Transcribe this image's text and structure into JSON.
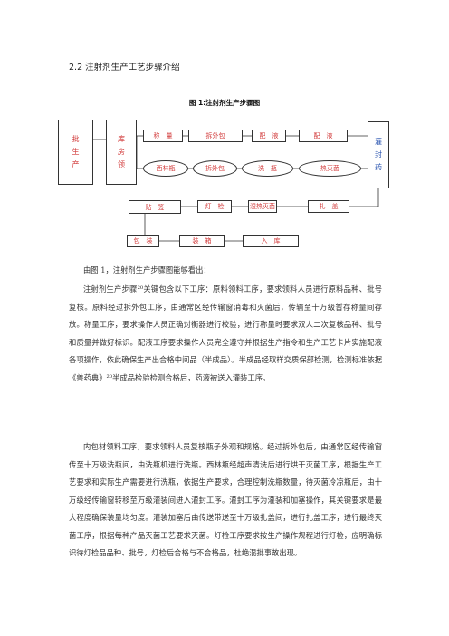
{
  "heading": "2.2 注射剂生产工艺步骤介绍",
  "figure": {
    "caption": "图 1:注射剂生产步骤图",
    "nodes": {
      "piliao": [
        "批",
        "生",
        "产"
      ],
      "kufang": [
        "库",
        "房",
        "领"
      ],
      "chengliang": "称　量",
      "tuowaibao_top": "拆外包",
      "zhiyao": "配　液",
      "peiye": "配　液",
      "guanfeng": [
        "灌",
        "封",
        "药"
      ],
      "xilinping": "西林瓶",
      "chaiwaibao": "拆外包",
      "xiping": "洗　瓶",
      "jiarewenjun": "热灭菌",
      "zhajin": "扎　盖",
      "shirejiemiejun": "湿热灭菌",
      "dengjian": "灯　检",
      "tieqian": "贴　签",
      "baozhuang": "包　装",
      "zhuangxiang": "装　箱",
      "ruku": "入　库"
    }
  },
  "paragraphs": [
    "由图 1，注射剂生产步骤图能够看出：",
    "注射剂生产步骤²⁰关键包含以下工序：原料领料工序，要求领料人员进行原料品种、批号复核。原料经过拆外包工序，由通常区经传输窗消毒和灭菌后，传输至十万级暂存称量间存放。称量工序，要求操作人员正确对衡器进行校验，进行称量时要求双人二次复核品种、批号和质量并做好标识。配液工序要求操作人员完全遵守并根据生产指令和生产工艺卡片实施配液各项操作，依此确保生产出合格中间品（半成品）。半成品经取样交质保部检测，检测标准依据《兽药典》²⁰半成品检验检测合格后，药液被送入灌装工序。",
    "内包材领料工序，要求领料人员复核瓶子外观和规格。经过拆外包后，由通常区经传输窗传至十万级洗瓶间，由洗瓶机进行洗瓶。西林瓶经超声清洗后进行烘干灭菌工序，根据生产工艺要求和实际生产需要进行洗瓶，依据生产要求，合理控制洗瓶数量，待灭菌冷凉瓶后，由十万级经传输窗转移至万级灌装间进入灌封工序。灌封工序为灌装和加塞操作，其关键要求是最大程度确保装量均匀度。灌装加塞后由传送带送至十万级扎盖间，进行扎盖工序，进行最终灭菌工序，根据每种产品灭菌工艺要求灭菌。灯检工序要求按生产操作规程进行灯检，应明确标识待灯检品品种、批号，灯检后合格与不合格品，杜绝混批事故出现。"
  ]
}
